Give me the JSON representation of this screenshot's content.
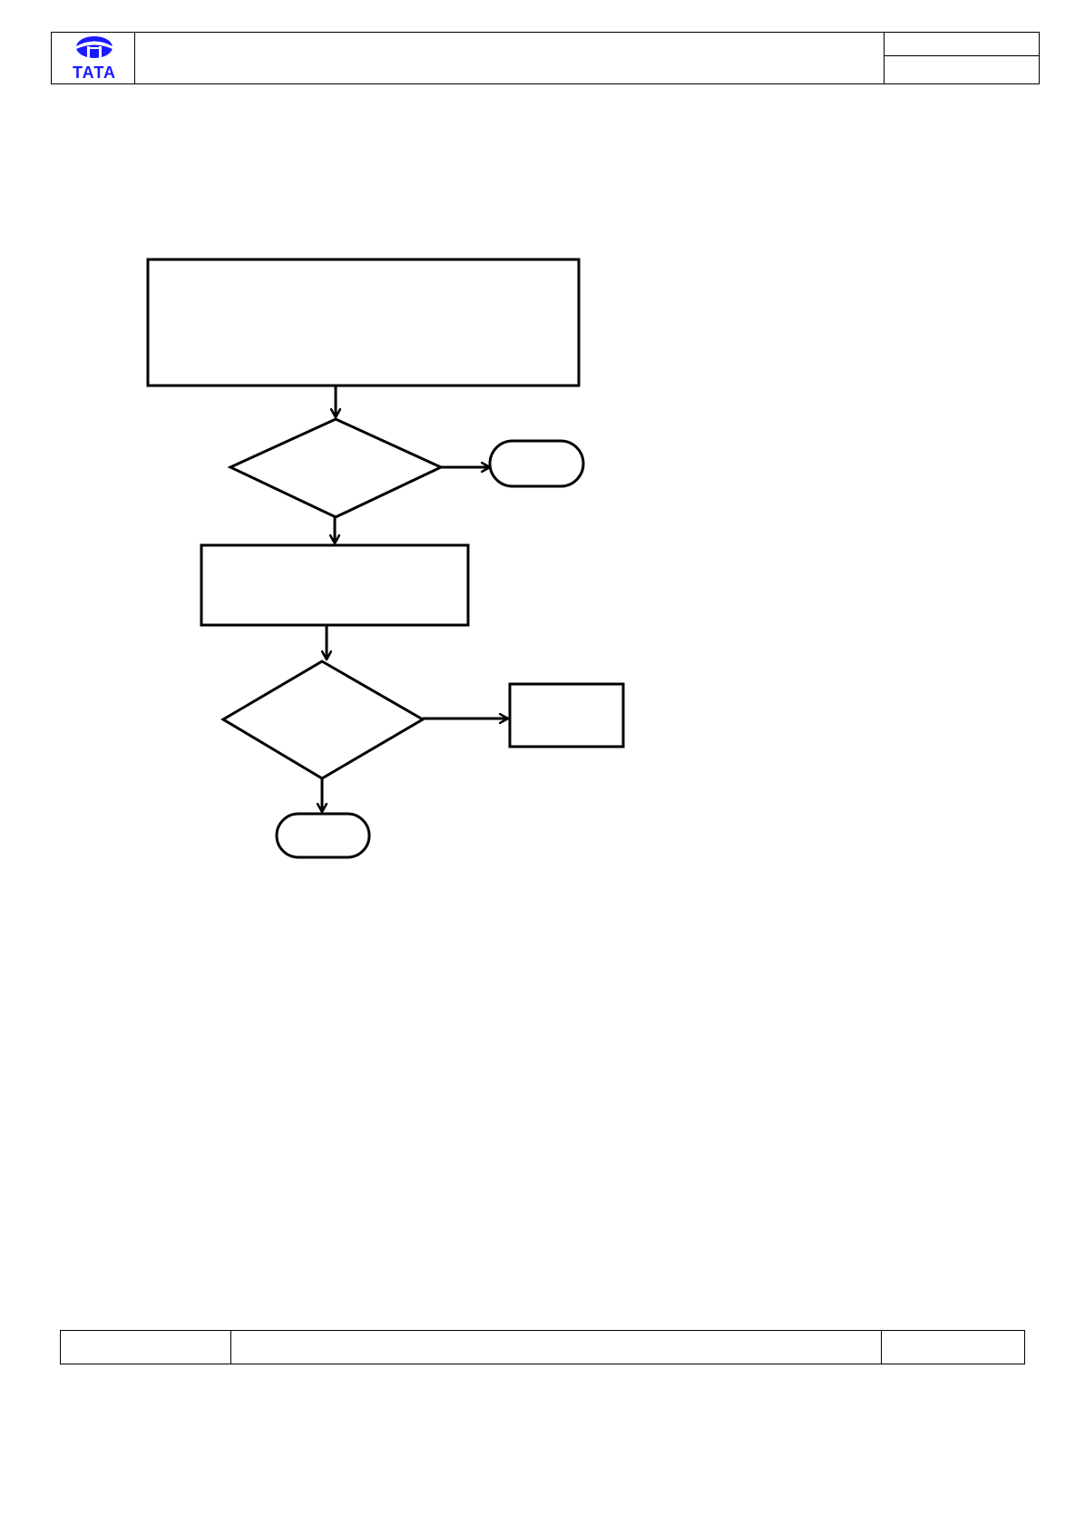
{
  "header": {
    "logo": {
      "text": "TATA",
      "color": "#1a1aff"
    },
    "title": "",
    "doc_ref_top": "",
    "doc_ref_bottom": ""
  },
  "flowchart": {
    "stroke_color": "#000000",
    "nodes": [
      {
        "id": "process-1",
        "shape": "rectangle",
        "label": ""
      },
      {
        "id": "decision-1",
        "shape": "diamond",
        "label": ""
      },
      {
        "id": "terminal-1",
        "shape": "rounded",
        "label": ""
      },
      {
        "id": "process-2",
        "shape": "rectangle",
        "label": ""
      },
      {
        "id": "decision-2",
        "shape": "diamond",
        "label": ""
      },
      {
        "id": "process-3",
        "shape": "rectangle",
        "label": ""
      },
      {
        "id": "terminal-2",
        "shape": "rounded",
        "label": ""
      }
    ],
    "edges": [
      {
        "from": "process-1",
        "to": "decision-1",
        "label": ""
      },
      {
        "from": "decision-1",
        "to": "terminal-1",
        "label": ""
      },
      {
        "from": "decision-1",
        "to": "process-2",
        "label": ""
      },
      {
        "from": "process-2",
        "to": "decision-2",
        "label": ""
      },
      {
        "from": "decision-2",
        "to": "process-3",
        "label": ""
      },
      {
        "from": "decision-2",
        "to": "terminal-2",
        "label": ""
      }
    ]
  },
  "footer": {
    "left": "",
    "center": "",
    "right": ""
  }
}
